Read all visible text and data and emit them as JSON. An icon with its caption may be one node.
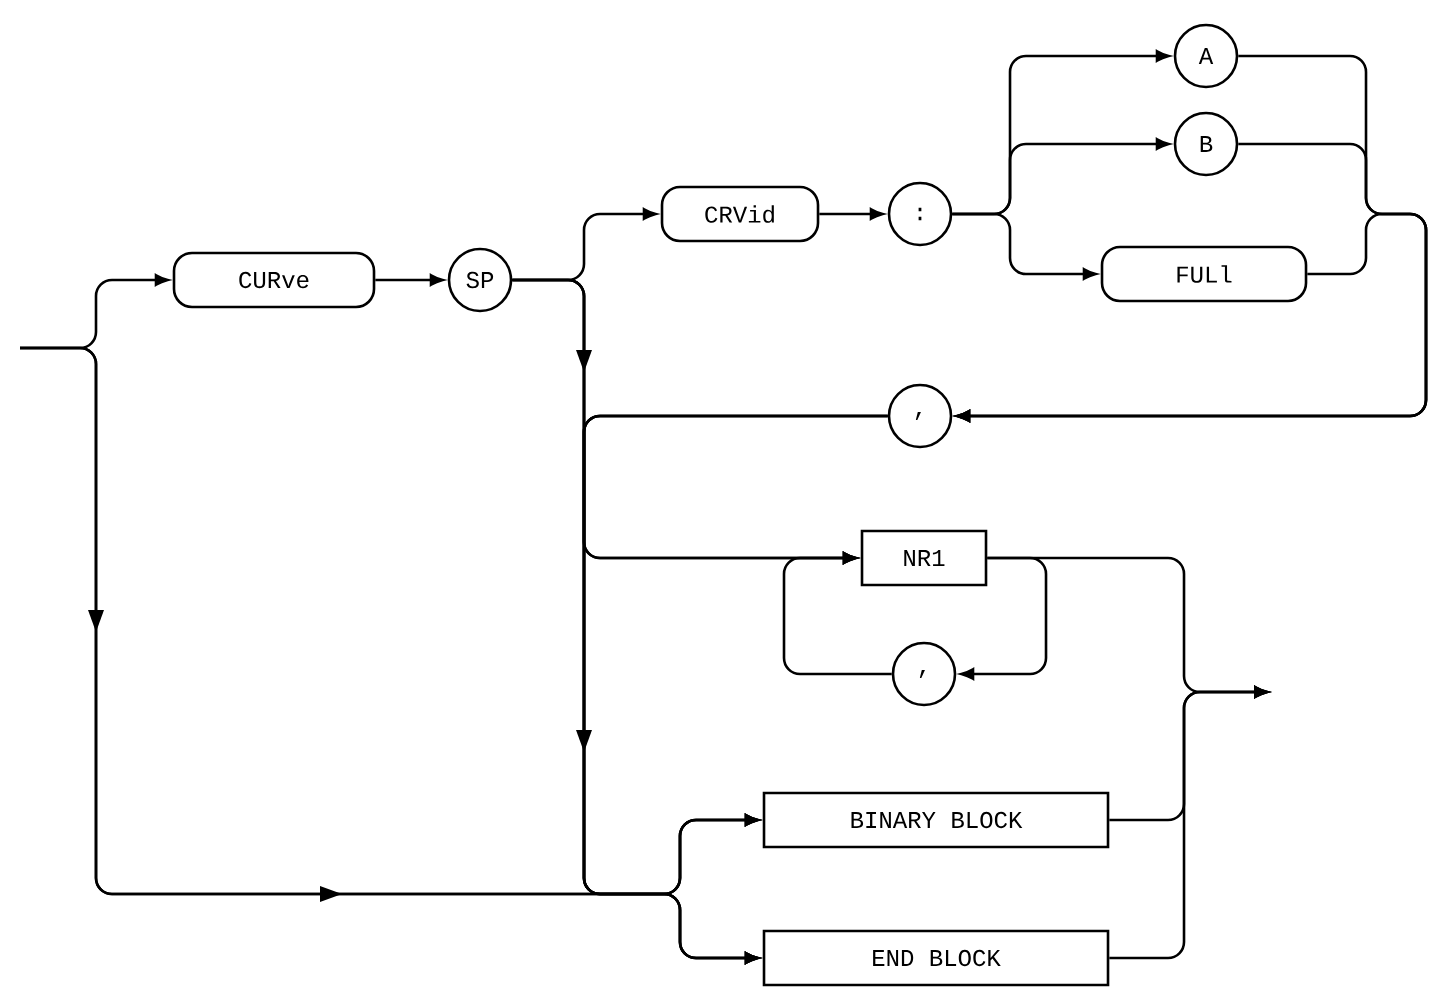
{
  "diagram": {
    "nodes": [
      {
        "text": [
          "CURve"
        ]
      },
      {
        "text": [
          "SP"
        ]
      },
      {
        "text": [
          "CRVid"
        ]
      },
      {
        "text": [
          ":"
        ]
      },
      {
        "text": [
          "A"
        ]
      },
      {
        "text": [
          "B"
        ]
      },
      {
        "text": [
          "FULl"
        ]
      },
      {
        "text": [
          ","
        ]
      },
      {
        "text": [
          "NR1"
        ]
      },
      {
        "text": [
          ","
        ]
      },
      {
        "text": [
          "BINARY BLOCK"
        ]
      },
      {
        "text": [
          "END BLOCK"
        ]
      }
    ],
    "edges": [
      {
        "from": null,
        "to": 0,
        "arrow": "to"
      },
      {
        "from": null,
        "to": 10,
        "arrow": "to"
      },
      {
        "from": null,
        "to": 11,
        "arrow": "to"
      },
      {
        "from": 0,
        "to": 1,
        "arrow": "to"
      },
      {
        "from": 1,
        "to": 2,
        "arrow": "to"
      },
      {
        "from": 1,
        "to": 8,
        "arrow": "to"
      },
      {
        "from": 1,
        "to": 10,
        "arrow": "to"
      },
      {
        "from": 1,
        "to": 11,
        "arrow": "to"
      },
      {
        "from": 2,
        "to": 3,
        "arrow": "to"
      },
      {
        "from": 3,
        "to": 4,
        "arrow": "to"
      },
      {
        "from": 3,
        "to": 5,
        "arrow": "to"
      },
      {
        "from": 3,
        "to": 6,
        "arrow": "to"
      },
      {
        "from": 4,
        "to": 7,
        "arrow": "to"
      },
      {
        "from": 5,
        "to": 7,
        "arrow": "to"
      },
      {
        "from": 6,
        "to": 7,
        "arrow": "to"
      },
      {
        "from": 7,
        "to": 8,
        "arrow": "to"
      },
      {
        "from": 7,
        "to": 10,
        "arrow": "to"
      },
      {
        "from": 7,
        "to": 11,
        "arrow": "to"
      },
      {
        "from": 8,
        "to": 9,
        "arrow": "to"
      },
      {
        "from": 9,
        "to": 8,
        "arrow": "to"
      },
      {
        "from": 8,
        "to": null,
        "arrow": "to"
      },
      {
        "from": 10,
        "to": null,
        "arrow": "to"
      },
      {
        "from": 11,
        "to": null,
        "arrow": "to"
      }
    ]
  }
}
